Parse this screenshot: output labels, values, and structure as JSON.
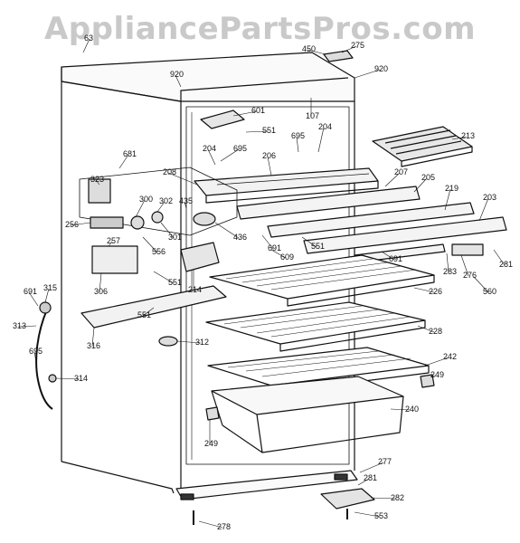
{
  "watermark": "AppliancePartsPros.com",
  "parts": [
    {
      "n": "63"
    },
    {
      "n": "450"
    },
    {
      "n": "275"
    },
    {
      "n": "920"
    },
    {
      "n": "920"
    },
    {
      "n": "601"
    },
    {
      "n": "551"
    },
    {
      "n": "107"
    },
    {
      "n": "204"
    },
    {
      "n": "213"
    },
    {
      "n": "204"
    },
    {
      "n": "695"
    },
    {
      "n": "695"
    },
    {
      "n": "681"
    },
    {
      "n": "208"
    },
    {
      "n": "206"
    },
    {
      "n": "207"
    },
    {
      "n": "205"
    },
    {
      "n": "219"
    },
    {
      "n": "203"
    },
    {
      "n": "323"
    },
    {
      "n": "300"
    },
    {
      "n": "302"
    },
    {
      "n": "435"
    },
    {
      "n": "256"
    },
    {
      "n": "301"
    },
    {
      "n": "436"
    },
    {
      "n": "691"
    },
    {
      "n": "609"
    },
    {
      "n": "551"
    },
    {
      "n": "257"
    },
    {
      "n": "556"
    },
    {
      "n": "691"
    },
    {
      "n": "283"
    },
    {
      "n": "276"
    },
    {
      "n": "281"
    },
    {
      "n": "560"
    },
    {
      "n": "551"
    },
    {
      "n": "214"
    },
    {
      "n": "306"
    },
    {
      "n": "226"
    },
    {
      "n": "315"
    },
    {
      "n": "691"
    },
    {
      "n": "551"
    },
    {
      "n": "313"
    },
    {
      "n": "316"
    },
    {
      "n": "228"
    },
    {
      "n": "312"
    },
    {
      "n": "695"
    },
    {
      "n": "242"
    },
    {
      "n": "249"
    },
    {
      "n": "314"
    },
    {
      "n": "240"
    },
    {
      "n": "249"
    },
    {
      "n": "277"
    },
    {
      "n": "281"
    },
    {
      "n": "282"
    },
    {
      "n": "553"
    },
    {
      "n": "278"
    }
  ]
}
